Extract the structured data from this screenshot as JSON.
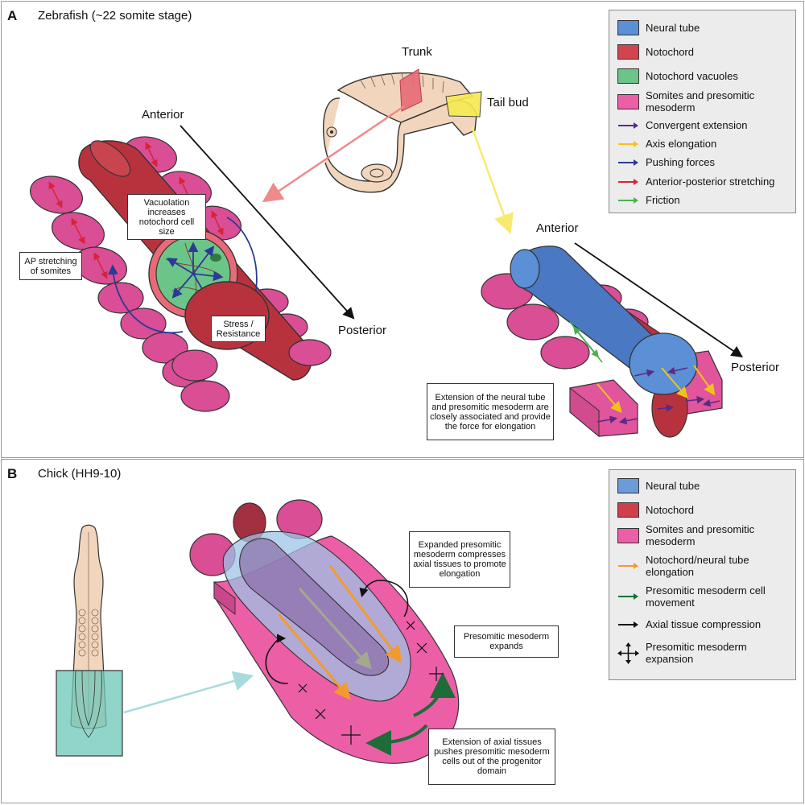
{
  "panel_a": {
    "letter": "A",
    "title": "Zebrafish (~22 somite stage)",
    "embryo_labels": {
      "trunk": "Trunk",
      "tail_bud": "Tail bud"
    },
    "left_axis": {
      "anterior": "Anterior",
      "posterior": "Posterior"
    },
    "right_axis": {
      "anterior": "Anterior",
      "posterior": "Posterior"
    },
    "callouts": {
      "vacuolation": "Vacuolation increases notochord cell size",
      "ap_stretching": "AP stretching of somites",
      "stress": "Stress / Resistance",
      "extension": "Extension of the neural tube and presomitic mesoderm are closely associated and provide the force for elongation"
    },
    "legend": [
      {
        "kind": "swatch",
        "color": "#5b8fd6",
        "label": "Neural tube"
      },
      {
        "kind": "swatch",
        "color": "#d2454f",
        "label": "Notochord"
      },
      {
        "kind": "swatch",
        "color": "#6cc588",
        "label": "Notochord vacuoles"
      },
      {
        "kind": "swatch",
        "color": "#ec5fa6",
        "label": "Somites and presomitic mesoderm"
      },
      {
        "kind": "arrow",
        "color": "#5b2a86",
        "label": "Convergent extension"
      },
      {
        "kind": "arrow",
        "color": "#f2c21b",
        "label": "Axis elongation"
      },
      {
        "kind": "arrow",
        "color": "#2a3a96",
        "label": "Pushing forces"
      },
      {
        "kind": "arrow",
        "color": "#d8233a",
        "label": "Anterior-posterior stretching"
      },
      {
        "kind": "arrow",
        "color": "#4caf50",
        "label": "Friction"
      }
    ]
  },
  "panel_b": {
    "letter": "B",
    "title": "Chick (HH9-10)",
    "callouts": {
      "expanded": "Expanded presomitic mesoderm compresses axial tissues to promote elongation",
      "expands": "Presomitic mesoderm expands",
      "extension": "Extension of axial tissues pushes presomitic mesoderm cells out of the progenitor domain"
    },
    "legend": [
      {
        "kind": "swatch",
        "color": "#6c9bd8",
        "label": "Neural tube"
      },
      {
        "kind": "swatch",
        "color": "#cf3f4c",
        "label": "Notochord"
      },
      {
        "kind": "swatch",
        "color": "#ec5fa6",
        "label": "Somites and presomitic mesoderm"
      },
      {
        "kind": "arrow",
        "color": "#f29a2e",
        "label": "Notochord/neural tube elongation"
      },
      {
        "kind": "arrow",
        "color": "#1f6b3a",
        "label": "Presomitic mesoderm cell movement"
      },
      {
        "kind": "arrow",
        "color": "#111111",
        "label": "Axial tissue compression"
      },
      {
        "kind": "cross",
        "color": "#111111",
        "label": "Presomitic mesoderm expansion"
      }
    ]
  }
}
